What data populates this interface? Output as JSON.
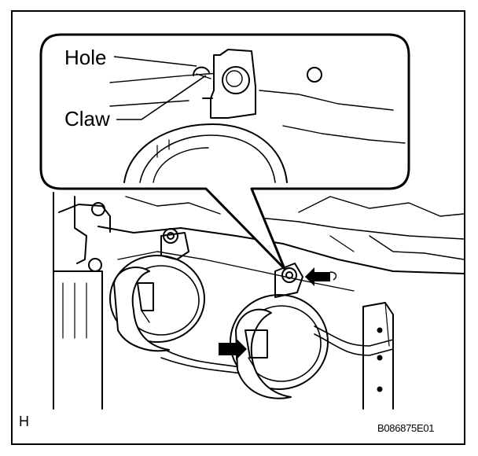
{
  "callout": {
    "hole_label": "Hole",
    "claw_label": "Claw"
  },
  "corner_mark": "H",
  "figure_code": "B086875E01"
}
